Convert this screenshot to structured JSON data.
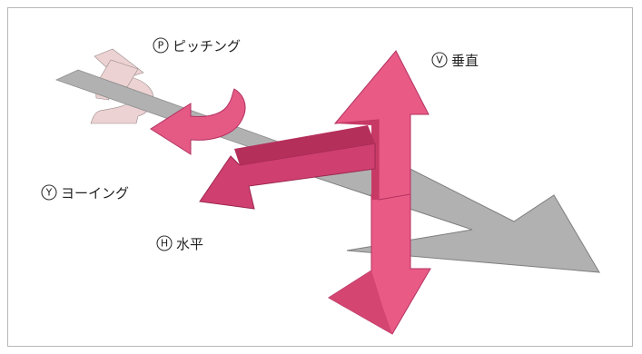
{
  "labels": {
    "pitching": {
      "letter": "P",
      "text": "ピッチング"
    },
    "vertical": {
      "letter": "V",
      "text": "垂直"
    },
    "yawing": {
      "letter": "Y",
      "text": "ヨーイング"
    },
    "horizontal": {
      "letter": "H",
      "text": "水平"
    }
  },
  "colors": {
    "frame_border": "#b7b7b7",
    "axis_gray": "#b1b1b2",
    "vertical_pink": "#e95a85",
    "horizontal_magenta": "#cf3f6f",
    "yaw_pink": "#e45a84",
    "pitch_light_pink": "#ecd2d2"
  }
}
